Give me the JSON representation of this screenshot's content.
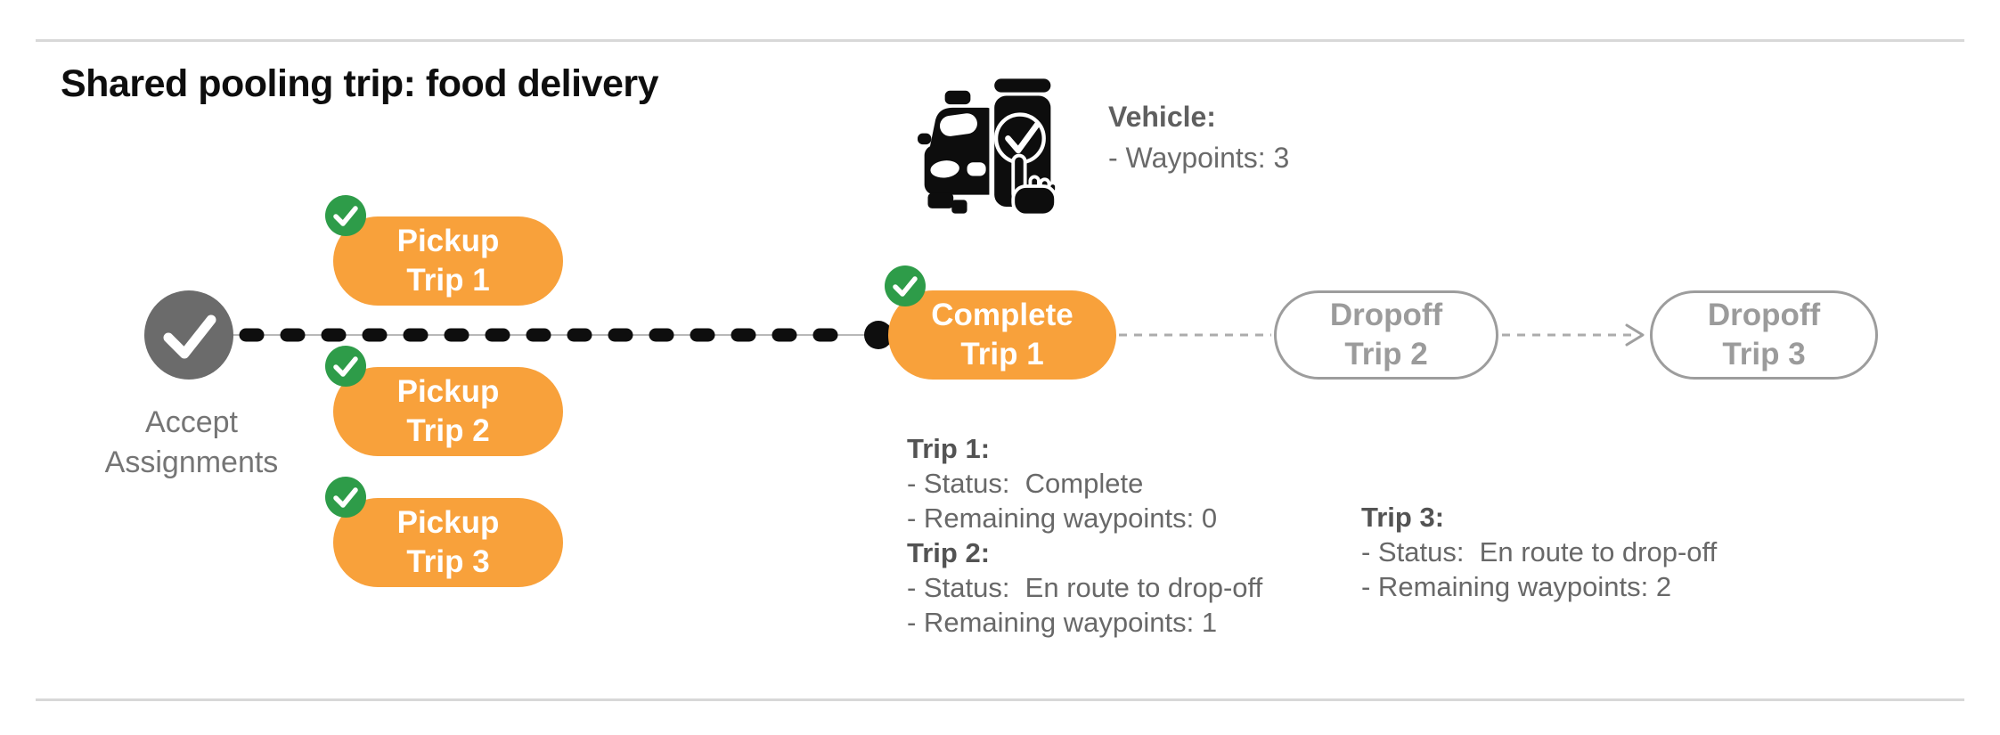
{
  "title": "Shared pooling trip: food delivery",
  "vehicle": {
    "icon": "car-phone-check-icon",
    "label": "Vehicle:",
    "waypoints_line": "- Waypoints: 3"
  },
  "flow": {
    "accept": {
      "line1": "Accept",
      "line2": "Assignments"
    },
    "pickup1": {
      "line1": "Pickup",
      "line2": "Trip 1"
    },
    "pickup2": {
      "line1": "Pickup",
      "line2": "Trip 2"
    },
    "pickup3": {
      "line1": "Pickup",
      "line2": "Trip 3"
    },
    "complete1": {
      "line1": "Complete",
      "line2": "Trip 1"
    },
    "dropoff2": {
      "line1": "Dropoff",
      "line2": "Trip 2"
    },
    "dropoff3": {
      "line1": "Dropoff",
      "line2": "Trip 3"
    }
  },
  "status": {
    "trip1": {
      "title": "Trip 1:",
      "status_line": "- Status:  Complete",
      "waypoints_line": "- Remaining waypoints: 0"
    },
    "trip2": {
      "title": "Trip 2:",
      "status_line": "- Status:  En route to drop-off",
      "waypoints_line": "- Remaining waypoints: 1"
    },
    "trip3": {
      "title": "Trip 3:",
      "status_line": "- Status:  En route to drop-off",
      "waypoints_line": "- Remaining waypoints: 2"
    }
  },
  "colors": {
    "accent_orange": "#F8A13B",
    "check_green": "#2E9C49",
    "node_gray": "#6B6B6B",
    "outline_gray": "#9D9D9D",
    "text_gray": "#6A6A6A",
    "connector_black": "#0E0E0E",
    "connector_gray": "#ACACAC"
  }
}
